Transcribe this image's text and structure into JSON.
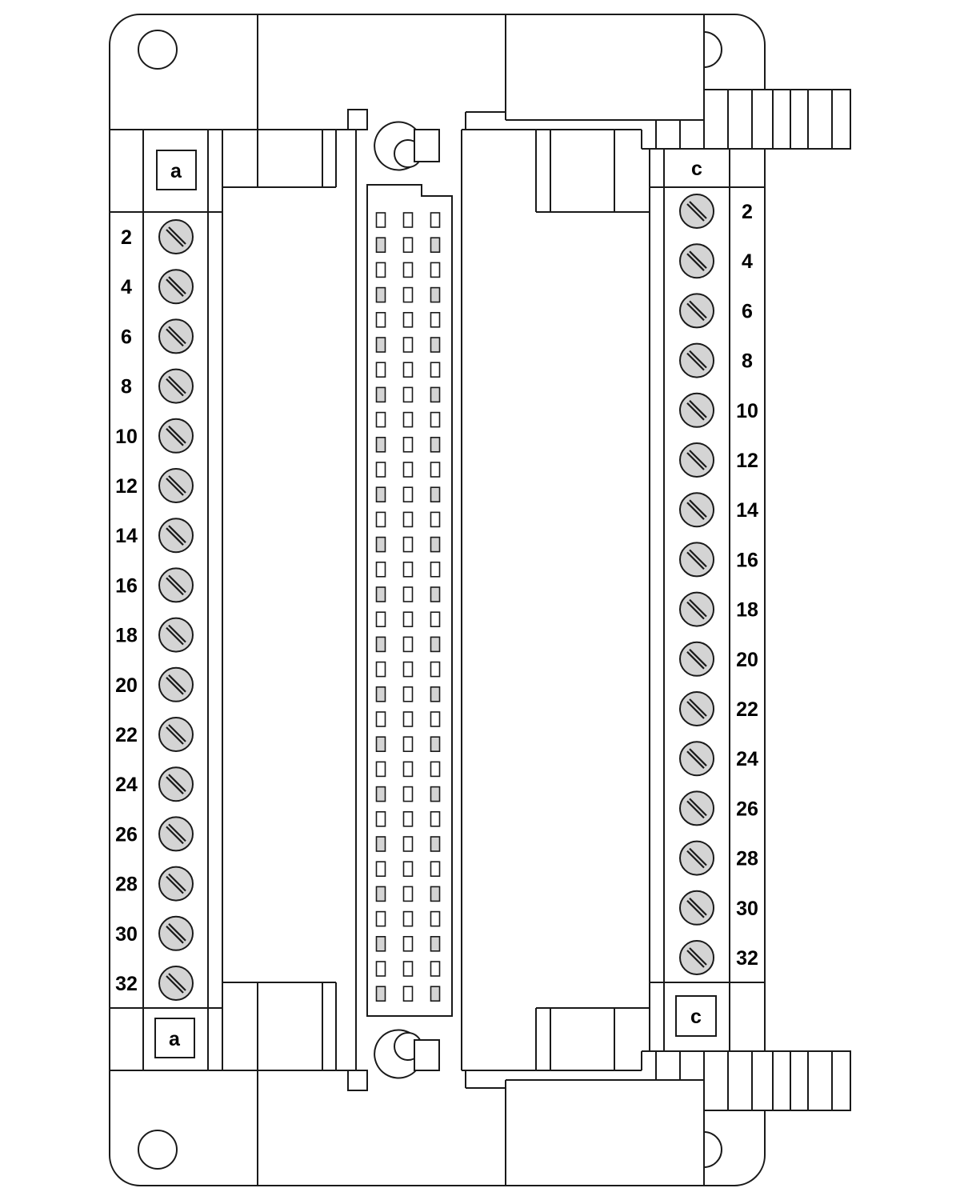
{
  "rows": {
    "left_header": "a",
    "right_header": "c",
    "left_footer": "a",
    "right_footer": "c"
  },
  "terminals": {
    "left": [
      "2",
      "4",
      "6",
      "8",
      "10",
      "12",
      "14",
      "16",
      "18",
      "20",
      "22",
      "24",
      "26",
      "28",
      "30",
      "32"
    ],
    "right": [
      "2",
      "4",
      "6",
      "8",
      "10",
      "12",
      "14",
      "16",
      "18",
      "20",
      "22",
      "24",
      "26",
      "28",
      "30",
      "32"
    ]
  },
  "connector": {
    "pin_rows": 32,
    "pin_columns": 3
  },
  "colors": {
    "stroke": "#1a1a1a",
    "screw_fill": "#d4d4d4",
    "pin_shaded": "#d4d4d4",
    "pin_open": "#ffffff"
  }
}
